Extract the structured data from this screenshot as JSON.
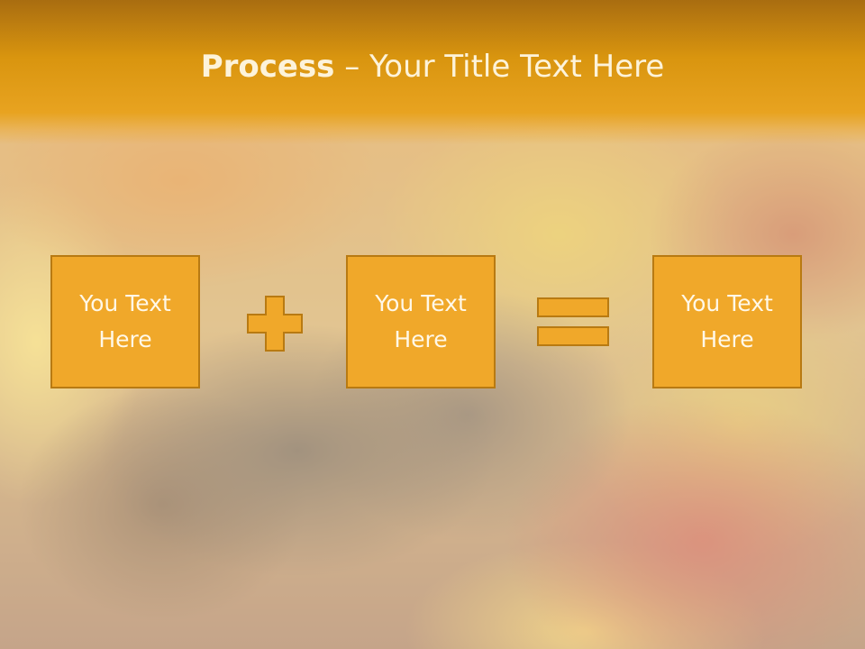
{
  "slide": {
    "title_bold": "Process",
    "title_rest": " – Your Title Text Here"
  },
  "process": {
    "boxes": [
      {
        "text": "You Text Here"
      },
      {
        "text": "You Text Here"
      },
      {
        "text": "You Text Here"
      }
    ],
    "operators": [
      "plus-icon",
      "equals-icon"
    ]
  },
  "colors": {
    "title_band": "#d9950f",
    "box_fill": "#f0a82a",
    "box_border": "#b87a12",
    "text_light": "#fff8e8"
  }
}
